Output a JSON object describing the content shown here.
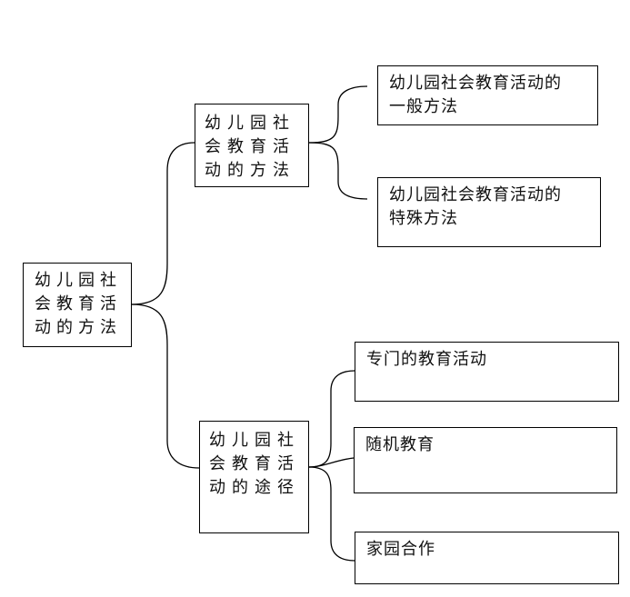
{
  "diagram": {
    "root": {
      "label": "幼儿园社\n会教育活\n动的方法"
    },
    "branches": [
      {
        "label": "幼儿园社\n会教育活\n动的方法",
        "children": [
          {
            "label": "幼儿园社会教育活动的\n一般方法"
          },
          {
            "label": "幼儿园社会教育活动的\n特殊方法"
          }
        ]
      },
      {
        "label": "幼儿园社\n会教育活\n动的途径",
        "children": [
          {
            "label": "专门的教育活动"
          },
          {
            "label": "随机教育"
          },
          {
            "label": "家园合作"
          }
        ]
      }
    ],
    "colors": {
      "line": "#000000",
      "box_border": "#000000",
      "text": "#111111",
      "background": "#ffffff"
    }
  }
}
